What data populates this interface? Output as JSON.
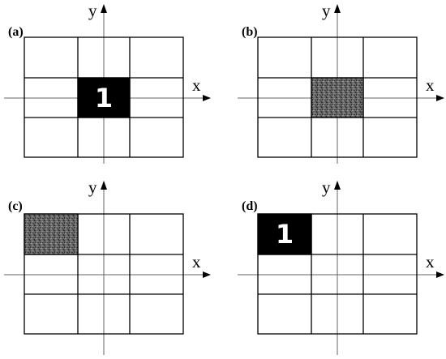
{
  "panels": [
    {
      "id": "a",
      "label": "(a)",
      "x_axis_label": "x",
      "y_axis_label": "y",
      "highlight": {
        "row": 1,
        "col": 1,
        "style": "black",
        "text": "1"
      }
    },
    {
      "id": "b",
      "label": "(b)",
      "x_axis_label": "x",
      "y_axis_label": "y",
      "highlight": {
        "row": 1,
        "col": 1,
        "style": "textured",
        "text": ""
      }
    },
    {
      "id": "c",
      "label": "(c)",
      "x_axis_label": "x",
      "y_axis_label": "y",
      "highlight": {
        "row": 0,
        "col": 0,
        "style": "textured",
        "text": ""
      }
    },
    {
      "id": "d",
      "label": "(d)",
      "x_axis_label": "x",
      "y_axis_label": "y",
      "highlight": {
        "row": 0,
        "col": 0,
        "style": "black",
        "text": "1"
      }
    }
  ],
  "grid": {
    "rows": 3,
    "cols": 3
  },
  "colors": {
    "black_cell": "#000000",
    "textured_base": "#6a6a6a",
    "textured_speck": "#2e2e2e",
    "grid": "#000000",
    "axis": "#666666"
  }
}
